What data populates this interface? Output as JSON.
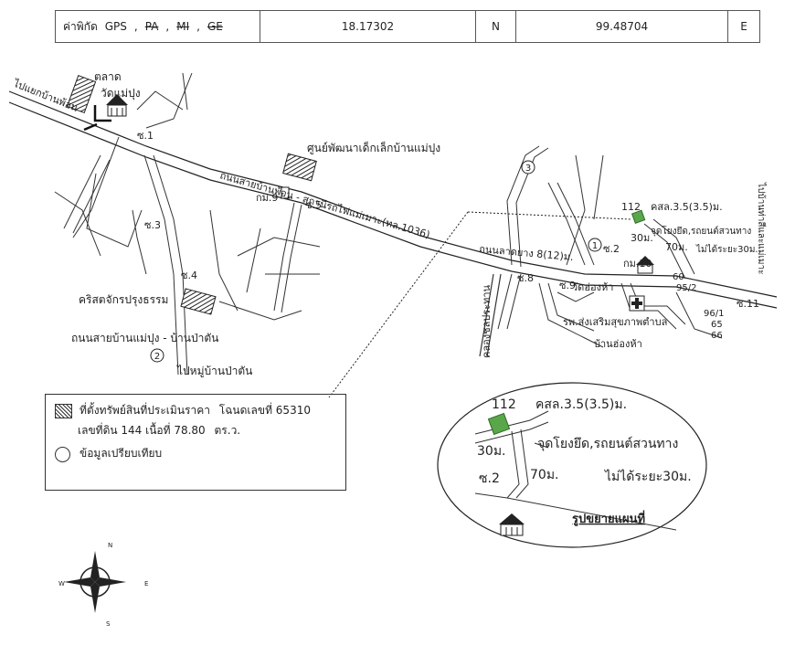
{
  "header": {
    "coord_label": "ค่าพิกัด",
    "system_gps": "GPS",
    "system_pa": "PA",
    "system_mi": "MI",
    "system_ge": "GE",
    "latitude": "18.17302",
    "lat_hemisphere": "N",
    "longitude": "99.48704",
    "lng_hemisphere": "E"
  },
  "map_labels": {
    "market": "ตลาด",
    "wat_maepung": "วัดแม่ปุง",
    "to_ban_phon": "ไปแยกบ้านพ้อน",
    "soi1": "ซ.1",
    "soi3": "ซ.3",
    "soi4": "ซ.4",
    "soi5": "ซ.5",
    "soi8": "ซ.8",
    "soi9": "ซ.9",
    "soi11": "ซ.11",
    "child_center": "ศูนย์พัฒนาเด็กเล็กบ้านแม่ปุง",
    "km9": "กม.9",
    "road_main": "ถนนสายบ้านพ้อน - สถานีรถไฟแม่เมาะ(ทล.1036)",
    "church": "คริสตจักรปรุงธรรม",
    "road_maepung": "ถนนสายบ้านแม่ปุง - บ้านป่าตัน",
    "to_pa_tan": "ไปหมู่บ้านป่าตัน",
    "canal": "คลองชลประทาน",
    "road_asphalt": "ถนนลาดยาง 8(12)ม.",
    "wat_ong_ha": "วัดฮ่องห้า",
    "hospital": "รพ.ส่งเสริมสุขภาพตำบล",
    "ban_ong_ha": "บ้านฮ่องห้า",
    "to_mae_mo": "ไปบ้านท่าสีและแม่เมาะ",
    "km10": "กม.10",
    "mark1": "1",
    "mark2": "2",
    "mark3": "3",
    "h_no_112": "112",
    "road_spec": "คสล.3.5(3.5)ม.",
    "rights_point": "จุดโยงยึด,รถยนต์สวนทาง",
    "not_distance": "ไม่ได้ระยะ30ม.",
    "m30": "30ม.",
    "m70": "70ม.",
    "soi2": "ซ.2",
    "h_no_60": "60",
    "h_no_95": "95/2",
    "h_no_96": "96/1",
    "h_no_65": "65",
    "h_no_66": "66"
  },
  "inset": {
    "h_no": "112",
    "road_spec": "คสล.3.5(3.5)ม.",
    "m30": "30ม.",
    "soi2": "ซ.2",
    "m70": "70ม.",
    "rights_point": "จุดโยงยึด,รถยนต์สวนทาง",
    "not_distance": "ไม่ได้ระยะ30ม.",
    "caption": "รูปขยายแผนที่"
  },
  "legend": {
    "property_line1_a": "ที่ตั้งทรัพย์สินที่ประเมินราคา",
    "property_line1_b": "โฉนดเลขที่ 65310",
    "property_line2_a": "เลขที่ดิน 144 เนื้อที่ 78.80",
    "property_line2_b": "ตร.ว.",
    "comparison": "ข้อมูลเปรียบเทียบ"
  },
  "compass": {
    "n": "N",
    "e": "E",
    "s": "S",
    "w": "W"
  },
  "colors": {
    "subject_green": "#5aa64a",
    "ink": "#222222"
  }
}
